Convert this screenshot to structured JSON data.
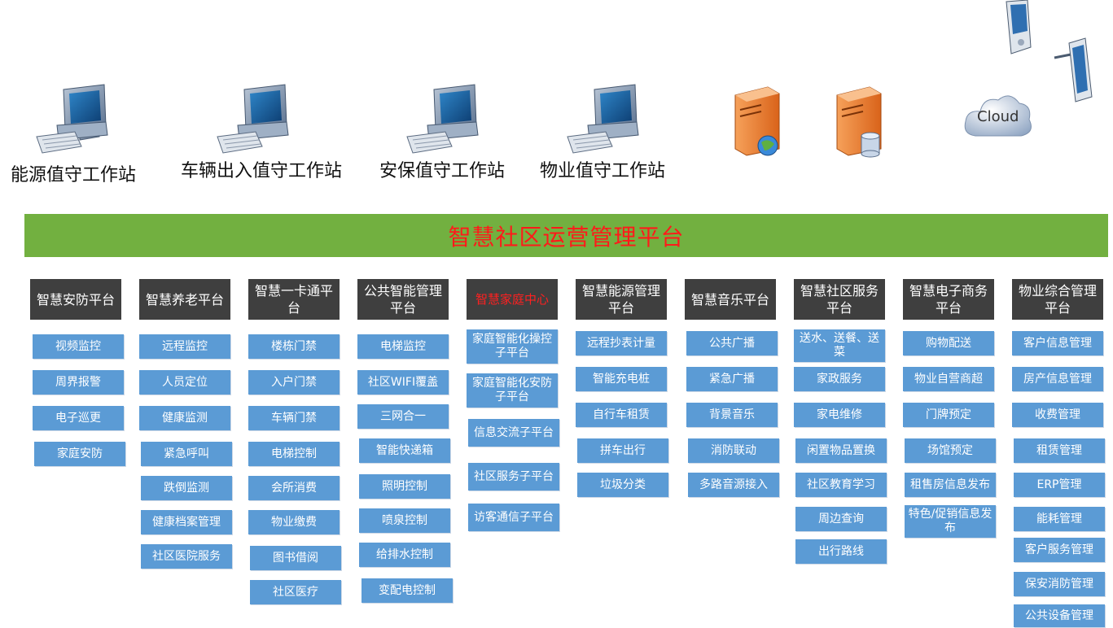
{
  "workstations": [
    {
      "label": "能源值守工作站"
    },
    {
      "label": "车辆出入值守工作站"
    },
    {
      "label": "安保值守工作站"
    },
    {
      "label": "物业值守工作站"
    }
  ],
  "cloud": {
    "label": "Cloud"
  },
  "banner": {
    "title": "智慧社区运营管理平台"
  },
  "colors": {
    "banner": "#72b040",
    "banner_text": "#ff1a1a",
    "header": "#3f3f3f",
    "item": "#5b9bd5"
  },
  "platforms": [
    {
      "title": "智慧安防平台",
      "items": [
        "视频监控",
        "周界报警",
        "电子巡更",
        "家庭安防"
      ]
    },
    {
      "title": "智慧养老平台",
      "items": [
        "远程监控",
        "人员定位",
        "健康监测",
        "紧急呼叫",
        "跌倒监测",
        "健康档案管理",
        "社区医院服务"
      ]
    },
    {
      "title": "智慧一卡通平台",
      "items": [
        "楼栋门禁",
        "入户门禁",
        "车辆门禁",
        "电梯控制",
        "会所消费",
        "物业缴费",
        "图书借阅",
        "社区医疗"
      ]
    },
    {
      "title": "公共智能管理平台",
      "items": [
        "电梯监控",
        "社区WIFI覆盖",
        "三网合一",
        "智能快递箱",
        "照明控制",
        "喷泉控制",
        "给排水控制",
        "变配电控制"
      ]
    },
    {
      "title": "智慧家庭中心",
      "items": [
        "家庭智能化操控子平台",
        "家庭智能化安防子平台",
        "信息交流子平台",
        "社区服务子平台",
        "访客通信子平台"
      ]
    },
    {
      "title": "智慧能源管理平台",
      "items": [
        "远程抄表计量",
        "智能充电桩",
        "自行车租赁",
        "拼车出行",
        "垃圾分类"
      ]
    },
    {
      "title": "智慧音乐平台",
      "items": [
        "公共广播",
        "紧急广播",
        "背景音乐",
        "消防联动",
        "多路音源接入"
      ]
    },
    {
      "title": "智慧社区服务平台",
      "items": [
        "送水、送餐、送菜",
        "家政服务",
        "家电维修",
        "闲置物品置换",
        "社区教育学习",
        "周边查询",
        "出行路线"
      ]
    },
    {
      "title": "智慧电子商务平台",
      "items": [
        "购物配送",
        "物业自营商超",
        "门牌预定",
        "场馆预定",
        "租售房信息发布",
        "特色/促销信息发布"
      ]
    },
    {
      "title": "物业综合管理平台",
      "items": [
        "客户信息管理",
        "房产信息管理",
        "收费管理",
        "租赁管理",
        "ERP管理",
        "能耗管理",
        "客户服务管理",
        "保安消防管理",
        "公共设备管理"
      ]
    }
  ]
}
